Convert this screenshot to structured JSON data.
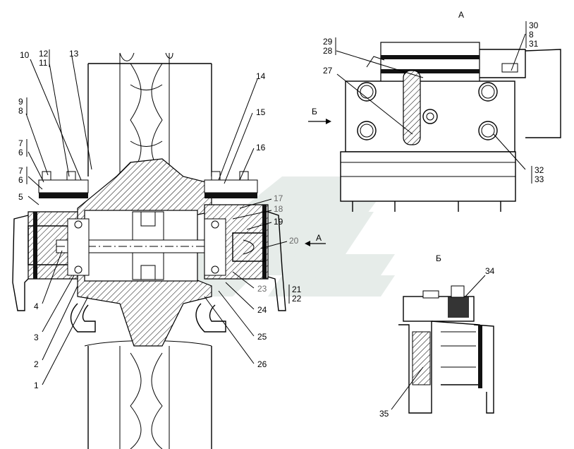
{
  "views": {
    "view_a_title": "А",
    "view_b_title": "Б",
    "arrow_a_label": "А",
    "arrow_b_label": "Б"
  },
  "callouts": {
    "c1": "1",
    "c2": "2",
    "c3": "3",
    "c4": "4",
    "c5": "5",
    "c6a": "6",
    "c7a": "7",
    "c6b": "6",
    "c7b": "7",
    "c8": "8",
    "c9": "9",
    "c10": "10",
    "c11": "11",
    "c12": "12",
    "c13": "13",
    "c14": "14",
    "c15": "15",
    "c16": "16",
    "c17": "17",
    "c18": "18",
    "c19": "19",
    "c20": "20",
    "c21": "21",
    "c22": "22",
    "c23": "23",
    "c24": "24",
    "c25": "25",
    "c26": "26",
    "c27": "27",
    "c28": "28",
    "c29": "29",
    "c30": "30",
    "c8b": "8",
    "c31": "31",
    "c32": "32",
    "c33": "33",
    "c34": "34",
    "c35": "35"
  }
}
